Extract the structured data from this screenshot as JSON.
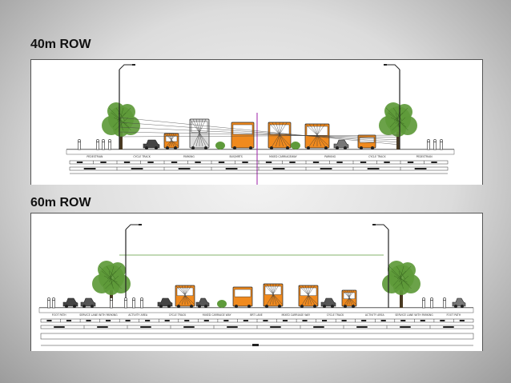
{
  "sections": [
    {
      "title": "40m ROW",
      "zone_labels": [
        "PEDESTRIAN",
        "CYCLE TRACK",
        "PARKING",
        "BUS/MRTS",
        "MIXED CARRIAGEWAY",
        "PARKING",
        "CYCLE TRACK",
        "PEDESTRIAN"
      ]
    },
    {
      "title": "60m ROW",
      "zone_labels": [
        "FOOT PATH",
        "SERVICE LANE WITH PARKING",
        "ACTIVITY AREA",
        "CYCLE TRACK",
        "MIXED CARRIAGE WAY",
        "BRT LANE",
        "MIXED CARRIAGE WAY",
        "CYCLE TRACK",
        "ACTIVITY AREA",
        "SERVICE LANE WITH PARKING",
        "FOOT PATH"
      ]
    }
  ],
  "colors": {
    "vehicle_orange": "#f08a1e",
    "tree_green": "#5e9a3a",
    "outline": "#222222",
    "median_line": "#9b1fa6"
  }
}
